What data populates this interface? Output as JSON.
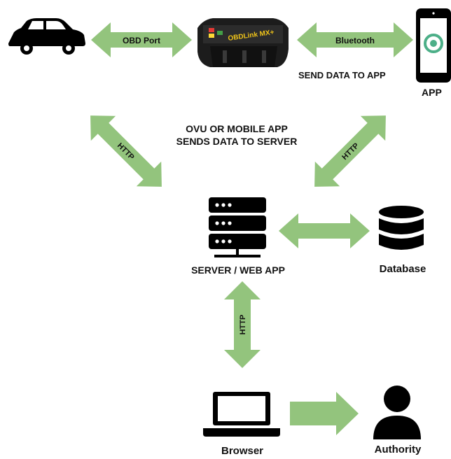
{
  "colors": {
    "arrow": "#93C47D",
    "icon": "#000000",
    "text": "#111111",
    "app_logo_green": "#4CAF88"
  },
  "nodes": {
    "car": {
      "icon": "car-icon"
    },
    "obd_device": {
      "icon": "obd-device-icon",
      "brand": "OBDLink MX+"
    },
    "app": {
      "icon": "phone-icon",
      "label": "APP"
    },
    "server": {
      "icon": "server-icon",
      "label": "SERVER / WEB APP"
    },
    "database": {
      "icon": "database-icon",
      "label": "Database"
    },
    "browser": {
      "icon": "laptop-icon",
      "label": "Browser"
    },
    "authority": {
      "icon": "person-icon",
      "label": "Authority"
    }
  },
  "connections": {
    "car_obd": "OBD Port",
    "obd_app": "Bluetooth",
    "obd_server": "HTTP",
    "app_server": "HTTP",
    "server_browser": "HTTP"
  },
  "annotations": {
    "send_to_app": "SEND DATA TO APP",
    "to_server_line1": "OVU OR MOBILE APP",
    "to_server_line2": "SENDS DATA TO SERVER"
  }
}
